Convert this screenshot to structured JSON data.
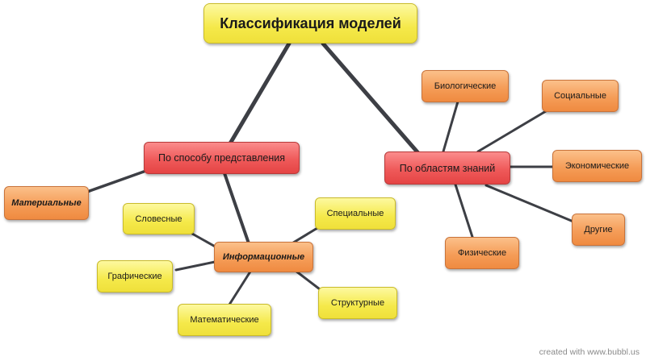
{
  "diagram": {
    "root": "Классификация моделей",
    "by_representation": {
      "label": "По способу представления",
      "material": "Материальные",
      "informational": {
        "label": "Информационные",
        "children": [
          "Словесные",
          "Графические",
          "Математические",
          "Специальные",
          "Структурные"
        ]
      }
    },
    "by_domain": {
      "label": "По областям знаний",
      "children": [
        "Биологические",
        "Социальные",
        "Экономические",
        "Другие",
        "Физические"
      ]
    }
  },
  "footer": {
    "credit": "created with www.bubbl.us"
  },
  "colors": {
    "root_fill": "#f5e94a",
    "category_fill": "#ef5a5a",
    "node_fill": "#f59d58",
    "leaf_fill": "#f5e94a",
    "connector": "#3d3f45"
  }
}
